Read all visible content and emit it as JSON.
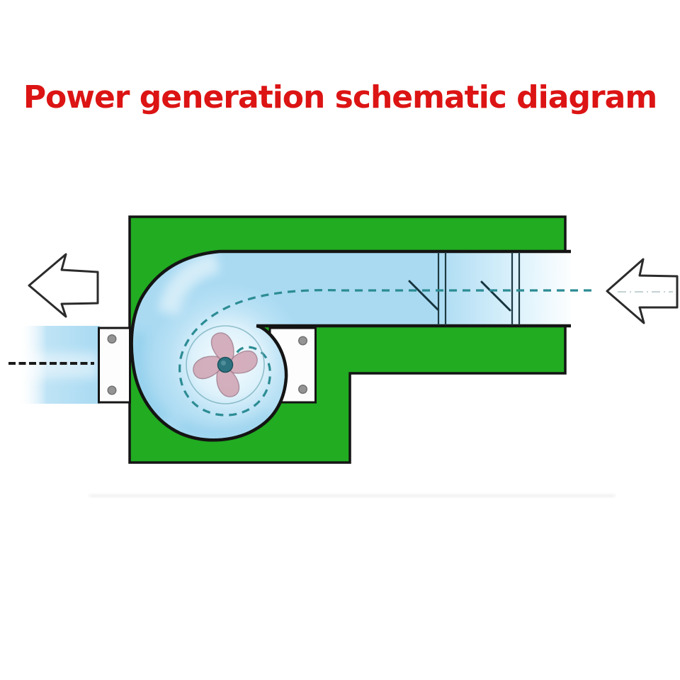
{
  "title": {
    "text": "Power generation schematic diagram",
    "color": "#dc1414"
  },
  "diagram": {
    "icons": {
      "inlet_arrow": "left-outline-arrow",
      "outlet_arrow": "left-outline-arrow",
      "bolt": "round-bolt-head"
    },
    "colors": {
      "board_green": "#21ac21",
      "outline": "#141414",
      "duct_blue": "#a9daf2",
      "duct_blue_deep": "#7fc6e7",
      "flow_dash_teal": "#2c8c94",
      "centerline_black": "#1a1a1a",
      "fan_blade_pink": "#d0a2b1",
      "fan_blade_edge": "#a07b8c",
      "fan_hub_teal": "#2e7280",
      "flange_white": "#fdfdfd",
      "bolt_gray": "#949494",
      "bolt_ring": "#6f6f6f",
      "arrow_fill": "#ffffff",
      "arrow_stroke": "#2b2b2b",
      "shadow": "#ebebeb"
    }
  }
}
